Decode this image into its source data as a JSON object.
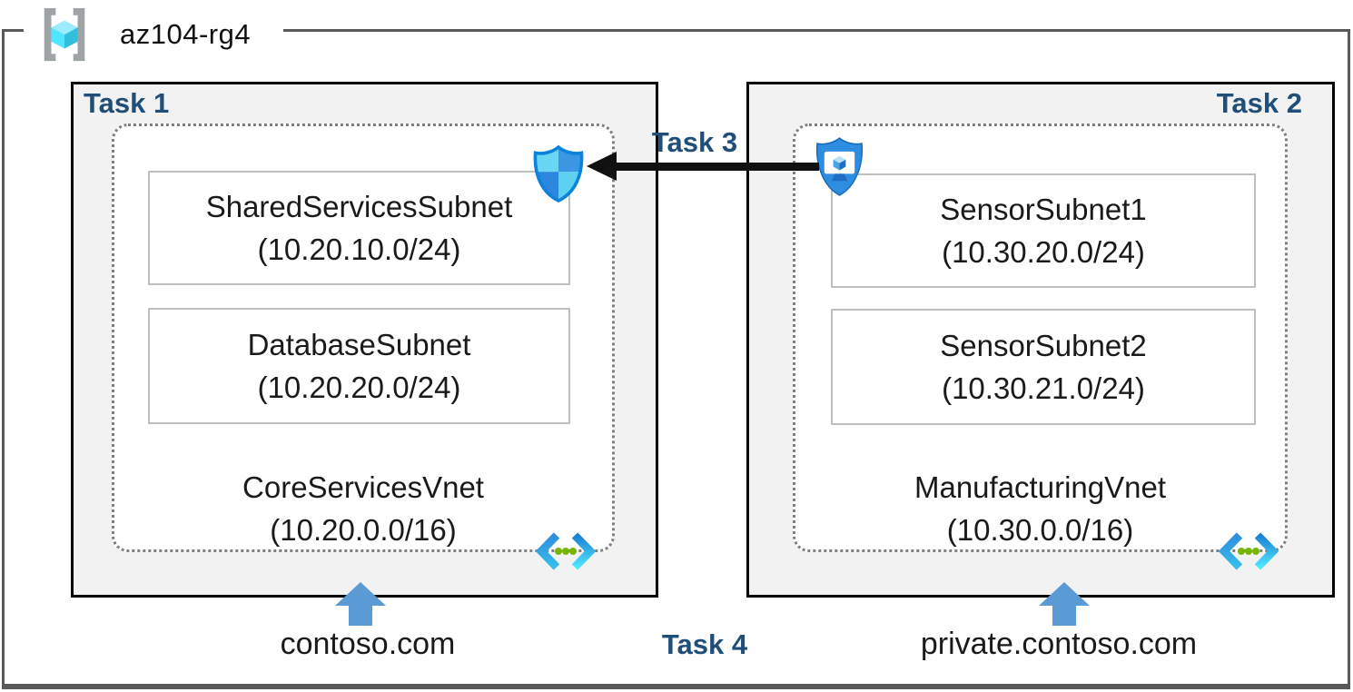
{
  "diagram": {
    "resource_group": "az104-rg4",
    "tasks": {
      "task1": "Task 1",
      "task2": "Task 2",
      "task3": "Task 3",
      "task4": "Task 4"
    },
    "left": {
      "subnets": [
        {
          "name": "SharedServicesSubnet",
          "cidr": "(10.20.10.0/24)"
        },
        {
          "name": "DatabaseSubnet",
          "cidr": "(10.20.20.0/24)"
        }
      ],
      "vnet_name": "CoreServicesVnet",
      "vnet_cidr": "(10.20.0.0/16)",
      "domain": "contoso.com"
    },
    "right": {
      "subnets": [
        {
          "name": "SensorSubnet1",
          "cidr": "(10.30.20.0/24)"
        },
        {
          "name": "SensorSubnet2",
          "cidr": "(10.30.21.0/24)"
        }
      ],
      "vnet_name": "ManufacturingVnet",
      "vnet_cidr": "(10.30.0.0/16)",
      "domain": "private.contoso.com"
    },
    "icons": {
      "resource_group": "azure-resource-group-icon",
      "nsg": "network-security-group-icon",
      "asg": "application-security-group-icon",
      "vnet": "virtual-network-icon"
    },
    "colors": {
      "task_label": "#1F4E79",
      "panel_fill": "#F2F2F2",
      "panel_border": "#000000",
      "outer_border": "#595959",
      "dotted_border": "#7F7F7F",
      "subnet_border": "#BFBFBF",
      "arrow_black": "#111111",
      "arrow_blue": "#5B9BD5",
      "vnet_dots_green": "#76B604"
    }
  }
}
